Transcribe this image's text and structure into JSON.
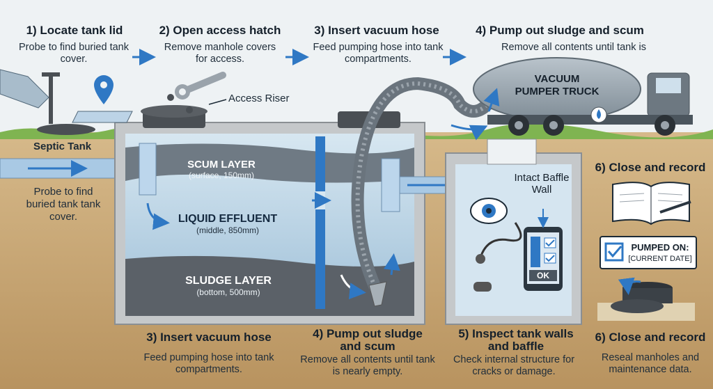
{
  "steps_top": [
    {
      "title": "1) Locate tank lid",
      "desc": "Probe to find buried tank cover."
    },
    {
      "title": "2) Open access hatch",
      "desc": "Remove manhole covers for access."
    },
    {
      "title": "3) Insert vacuum hose",
      "desc": "Feed pumping hose into tank compartments."
    },
    {
      "title": "4) Pump out sludge and scum",
      "desc": "Remove all contents until tank is"
    }
  ],
  "steps_bottom": [
    {
      "title": "3) Insert vacuum hose",
      "desc": "Feed pumping hose into tank compartments."
    },
    {
      "title": "4) Pump out sludge and scum",
      "desc": "Remove all contents until tank is nearly empty."
    },
    {
      "title": "5) Inspect tank walls and baffle",
      "desc": "Check internal structure for cracks or damage."
    },
    {
      "title": "6) Close and record",
      "desc": "Reseal manholes and maintenance data."
    }
  ],
  "close_record_side": "6) Close and record",
  "labels": {
    "access_riser": "Access Riser",
    "septic_tank": "Septic Tank",
    "probe_left": "Probe to find buried tank tank cover.",
    "truck": "VACUUM PUMPER TRUCK",
    "baffle": "Intact Baffle Wall",
    "phone_ok": "OK",
    "pumped_on": "PUMPED ON:",
    "current_date": "[CURRENT DATE]"
  },
  "layers": [
    {
      "name": "SCUM LAYER",
      "detail": "(surface, 150mm)"
    },
    {
      "name": "LIQUID EFFLUENT",
      "detail": "(middle, 850mm)"
    },
    {
      "name": "SLUDGE LAYER",
      "detail": "(bottom, 500mm)"
    }
  ],
  "colors": {
    "accent": "#2f78c4",
    "ground": "#c9a979",
    "grass": "#7fb451",
    "water": "#b7d3e6",
    "sludge": "#5b6168",
    "concrete": "#c5c8ca"
  }
}
